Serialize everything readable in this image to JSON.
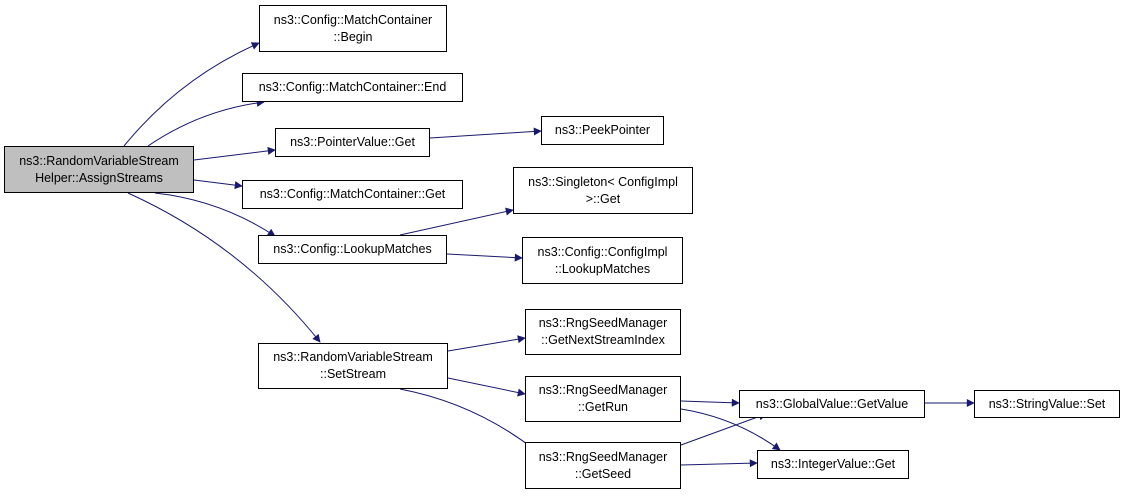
{
  "diagram": {
    "colors": {
      "edge": "#191970",
      "root_fill": "#bfbfbf",
      "node_fill": "#ffffff",
      "border": "#000000"
    },
    "nodes": [
      {
        "id": "root",
        "root": true,
        "lines": [
          "ns3::RandomVariableStream",
          "Helper::AssignStreams"
        ]
      },
      {
        "id": "mc_begin",
        "lines": [
          "ns3::Config::MatchContainer",
          "::Begin"
        ]
      },
      {
        "id": "mc_end",
        "lines": [
          "ns3::Config::MatchContainer::End"
        ]
      },
      {
        "id": "pv_get",
        "lines": [
          "ns3::PointerValue::Get"
        ]
      },
      {
        "id": "peek",
        "lines": [
          "ns3::PeekPointer"
        ]
      },
      {
        "id": "mc_get",
        "lines": [
          "ns3::Config::MatchContainer::Get"
        ]
      },
      {
        "id": "singleton",
        "lines": [
          "ns3::Singleton< ConfigImpl",
          ">::Get"
        ]
      },
      {
        "id": "lookup",
        "lines": [
          "ns3::Config::LookupMatches"
        ]
      },
      {
        "id": "impl_lookup",
        "lines": [
          "ns3::Config::ConfigImpl",
          "::LookupMatches"
        ]
      },
      {
        "id": "setstream",
        "lines": [
          "ns3::RandomVariableStream",
          "::SetStream"
        ]
      },
      {
        "id": "next_idx",
        "lines": [
          "ns3::RngSeedManager",
          "::GetNextStreamIndex"
        ]
      },
      {
        "id": "getrun",
        "lines": [
          "ns3::RngSeedManager",
          "::GetRun"
        ]
      },
      {
        "id": "getseed",
        "lines": [
          "ns3::RngSeedManager",
          "::GetSeed"
        ]
      },
      {
        "id": "gv_getvalue",
        "lines": [
          "ns3::GlobalValue::GetValue"
        ]
      },
      {
        "id": "sv_set",
        "lines": [
          "ns3::StringValue::Set"
        ]
      },
      {
        "id": "iv_get",
        "lines": [
          "ns3::IntegerValue::Get"
        ]
      }
    ],
    "edges": [
      {
        "from": "root",
        "to": "mc_begin"
      },
      {
        "from": "root",
        "to": "mc_end"
      },
      {
        "from": "root",
        "to": "pv_get"
      },
      {
        "from": "pv_get",
        "to": "peek"
      },
      {
        "from": "root",
        "to": "mc_get"
      },
      {
        "from": "root",
        "to": "lookup"
      },
      {
        "from": "lookup",
        "to": "singleton"
      },
      {
        "from": "lookup",
        "to": "impl_lookup"
      },
      {
        "from": "root",
        "to": "setstream"
      },
      {
        "from": "setstream",
        "to": "next_idx"
      },
      {
        "from": "setstream",
        "to": "getrun"
      },
      {
        "from": "setstream",
        "to": "getseed"
      },
      {
        "from": "getrun",
        "to": "gv_getvalue"
      },
      {
        "from": "getrun",
        "to": "iv_get"
      },
      {
        "from": "getseed",
        "to": "gv_getvalue"
      },
      {
        "from": "getseed",
        "to": "iv_get"
      },
      {
        "from": "gv_getvalue",
        "to": "sv_set"
      }
    ]
  }
}
